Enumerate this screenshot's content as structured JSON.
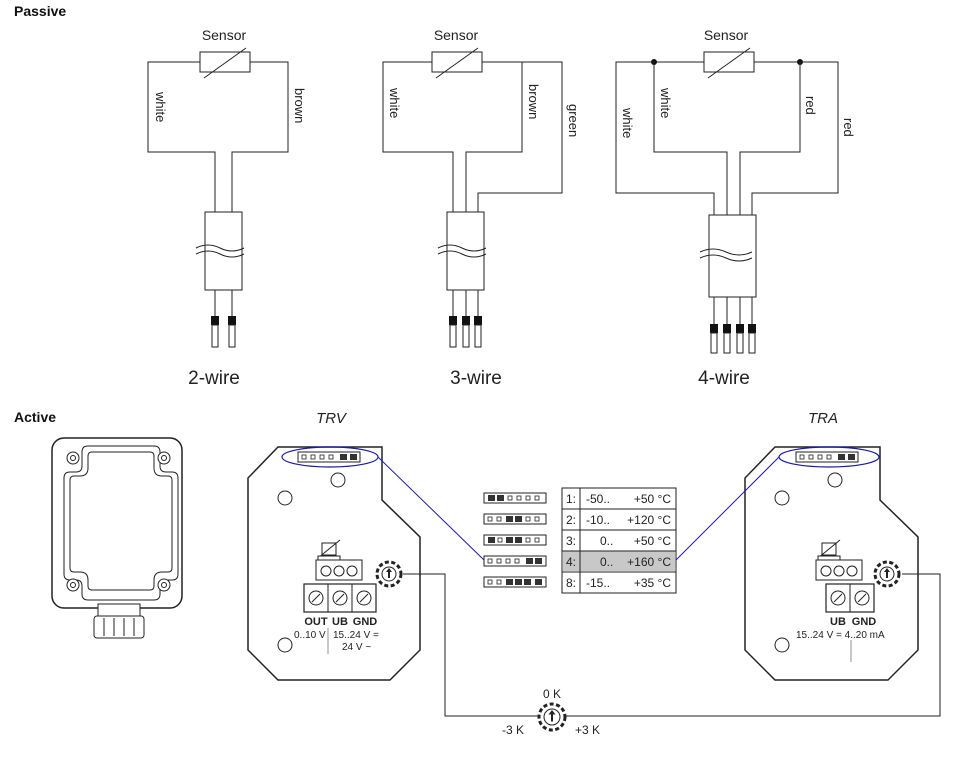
{
  "sections": {
    "passive": "Passive",
    "active": "Active"
  },
  "passive": {
    "sensor_label": "Sensor",
    "two_wire": {
      "caption": "2-wire",
      "left": "white",
      "right": "brown"
    },
    "three_wire": {
      "caption": "3-wire",
      "left": "white",
      "right": "brown",
      "extra": "green"
    },
    "four_wire": {
      "caption": "4-wire",
      "outer_left": "white",
      "inner_left": "white",
      "inner_right": "red",
      "outer_right": "red"
    }
  },
  "active": {
    "trv": {
      "title": "TRV",
      "terminals": [
        "OUT",
        "UB",
        "GND"
      ],
      "out_range": "0..10 V",
      "supply_dc": "15..24 V =",
      "supply_ac": "24 V ~"
    },
    "tra": {
      "title": "TRA",
      "terminals": [
        "UB",
        "GND"
      ],
      "spec": "15..24 V = 4..20 mA"
    },
    "ranges": [
      {
        "num": "1:",
        "low": "-50..",
        "high": "+50 °C",
        "highlight": false
      },
      {
        "num": "2:",
        "low": "-10..",
        "high": "+120 °C",
        "highlight": false
      },
      {
        "num": "3:",
        "low": "0..",
        "high": "+50 °C",
        "highlight": false
      },
      {
        "num": "4:",
        "low": "0..",
        "high": "+160 °C",
        "highlight": true
      },
      {
        "num": "8:",
        "low": "-15..",
        "high": "+35 °C",
        "highlight": false
      }
    ],
    "offset": {
      "zero": "0 K",
      "minus": "-3 K",
      "plus": "+3 K"
    }
  },
  "colors": {
    "line": "#222222",
    "callout": "#1a1aa8",
    "highlight": "#c8c8c8"
  }
}
